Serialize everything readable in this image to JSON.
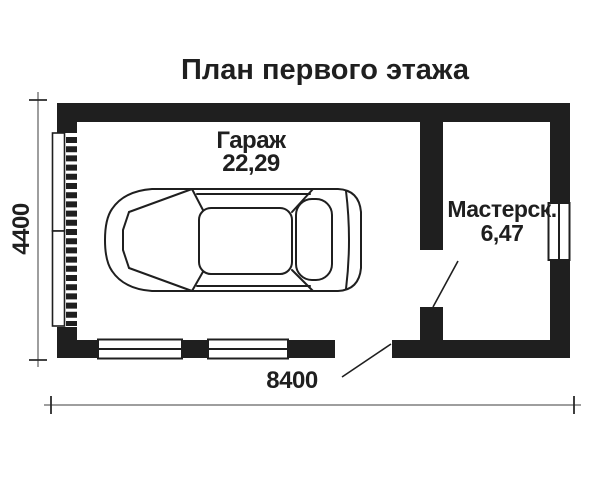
{
  "title": "План первого этажа",
  "rooms": {
    "garage": {
      "name": "Гараж",
      "area": "22,29"
    },
    "workshop": {
      "name": "Мастерск.",
      "area": "6,47"
    }
  },
  "dimensions": {
    "overall_width_mm": "8400",
    "overall_height_mm": "4400"
  },
  "colors": {
    "wall": "#1f1f1f",
    "outline": "#1f1f1f",
    "dimension_line": "#7f7f7f",
    "tick": "#2a2a2a",
    "text": "#1f1f1f",
    "background": "#ffffff"
  }
}
